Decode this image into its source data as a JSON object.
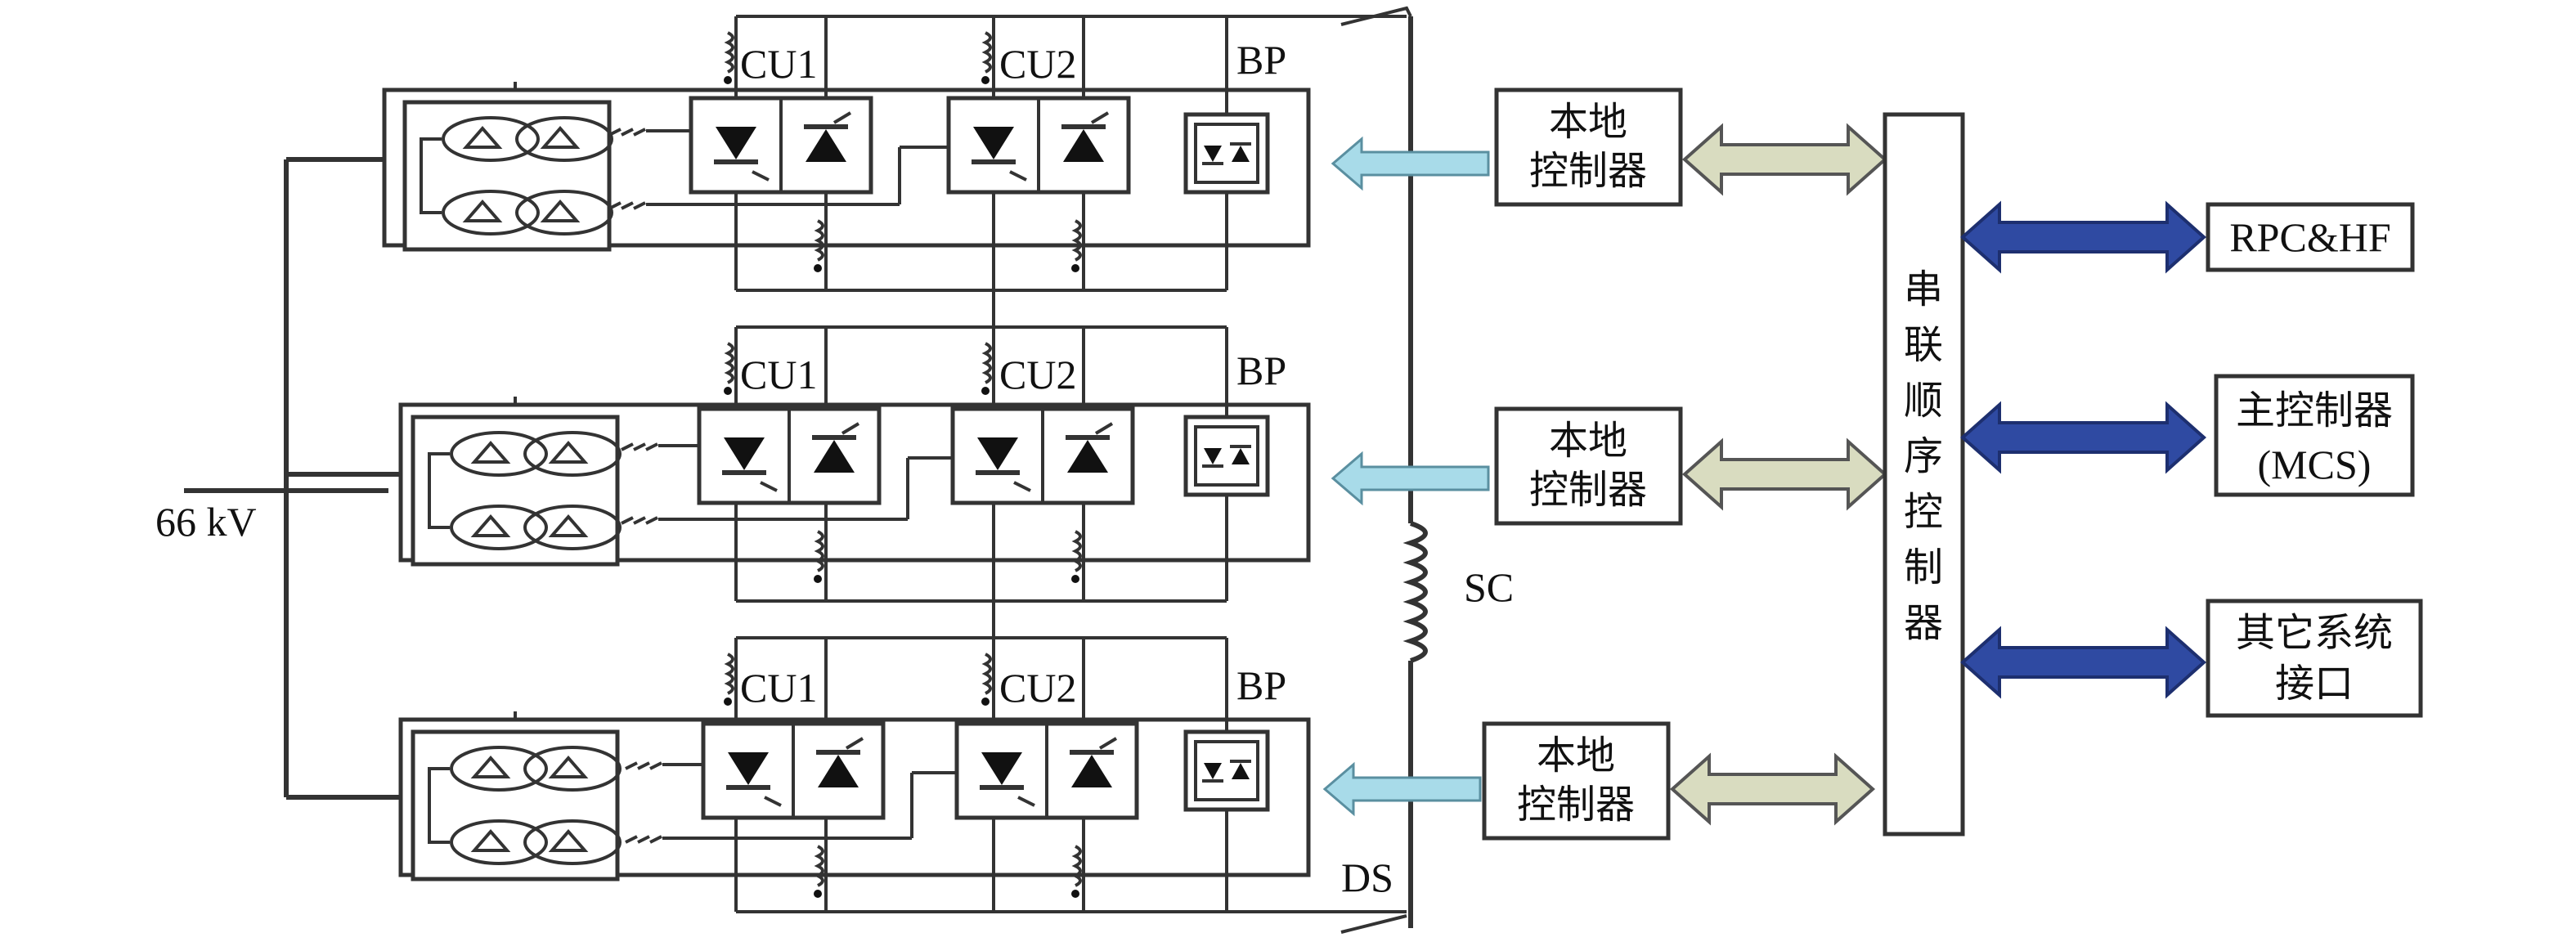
{
  "labels": {
    "voltage": "66 kV",
    "cu1": "CU1",
    "cu2": "CU2",
    "bp": "BP",
    "sc": "SC",
    "ds": "DS"
  },
  "local_controller": {
    "line1": "本地",
    "line2": "控制器"
  },
  "sequence_controller": {
    "text": [
      "串",
      "联",
      "顺",
      "序",
      "控",
      "制",
      "器"
    ]
  },
  "external": {
    "rpc": "RPC&HF",
    "mcs_line1": "主控制器",
    "mcs_line2": "(MCS)",
    "other_line1": "其它系统",
    "other_line2": "接口"
  },
  "colors": {
    "light_blue_arrow": "#a8dbe9",
    "khaki_arrow": "#d9dcc0",
    "dark_blue_arrow": "#2f4aa2",
    "line": "#333333"
  }
}
